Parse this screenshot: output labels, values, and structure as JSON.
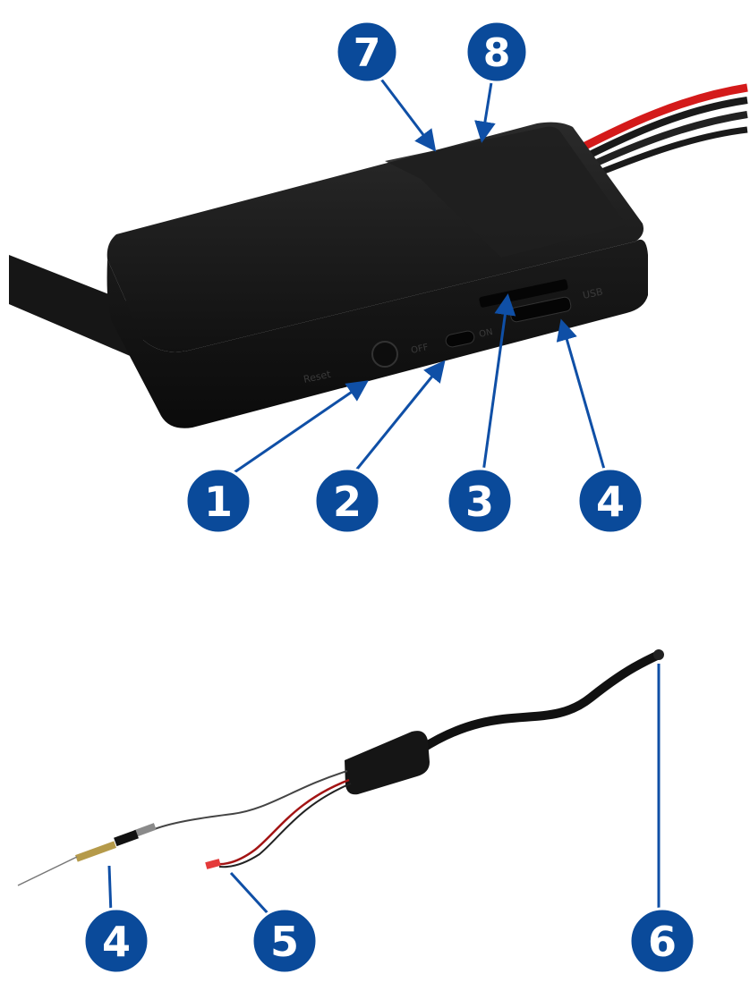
{
  "colors": {
    "badge_fill": "#0a4a9a",
    "badge_ring": "#ffffff",
    "arrow": "#0f4fa6",
    "device_body": "#151515",
    "wire_red": "#d41a1a",
    "cable": "#111111"
  },
  "top_device": {
    "engraved": {
      "reset": "Reset",
      "off": "OFF",
      "on": "ON",
      "usb": "USB"
    },
    "callouts": [
      {
        "id": "c7",
        "number": "7",
        "icon": "badge-7"
      },
      {
        "id": "c8",
        "number": "8",
        "icon": "badge-8"
      },
      {
        "id": "c1",
        "number": "1",
        "icon": "badge-1"
      },
      {
        "id": "c2",
        "number": "2",
        "icon": "badge-2"
      },
      {
        "id": "c3",
        "number": "3",
        "icon": "badge-3"
      },
      {
        "id": "c4",
        "number": "4",
        "icon": "badge-4"
      }
    ]
  },
  "bottom_device": {
    "callouts": [
      {
        "id": "b4",
        "number": "4",
        "icon": "badge-4"
      },
      {
        "id": "b5",
        "number": "5",
        "icon": "badge-5"
      },
      {
        "id": "b6",
        "number": "6",
        "icon": "badge-6"
      }
    ]
  }
}
